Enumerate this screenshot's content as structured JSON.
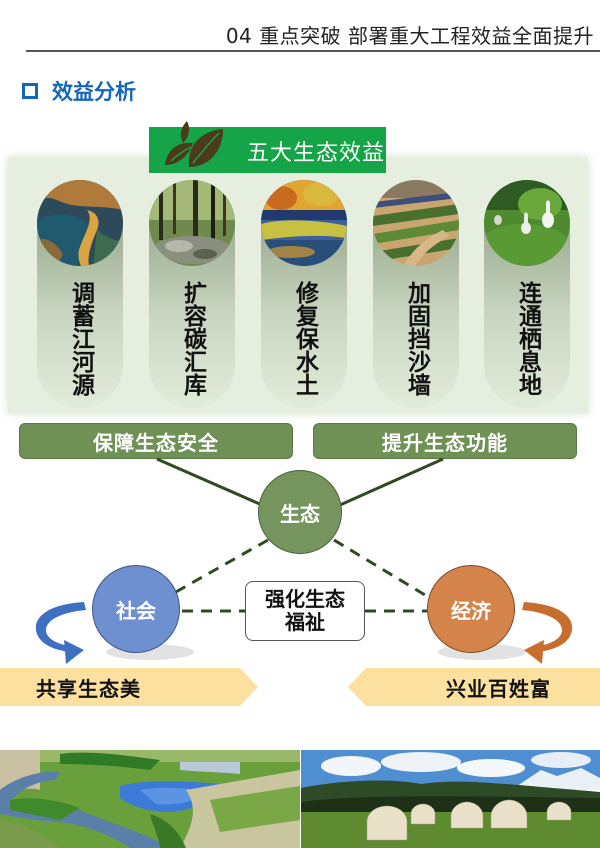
{
  "header": {
    "title": "04 重点突破 部署重大工程效益全面提升"
  },
  "section": {
    "heading": "效益分析",
    "bullet_icon": "hollow-square-icon"
  },
  "benefits_panel": {
    "banner_label": "五大生态效益",
    "banner_icon": "leaf-icon",
    "items": [
      {
        "label": "调蓄江河源",
        "photo": "river-canyon-photo"
      },
      {
        "label": "扩容碳汇库",
        "photo": "forest-photo"
      },
      {
        "label": "修复保水土",
        "photo": "autumn-lake-photo"
      },
      {
        "label": "加固挡沙墙",
        "photo": "shelterbelt-photo"
      },
      {
        "label": "连通栖息地",
        "photo": "wetland-cranes-photo"
      }
    ]
  },
  "goals": {
    "left": "保障生态安全",
    "right": "提升生态功能"
  },
  "triangle": {
    "top_node": "生态",
    "left_node": "社会",
    "right_node": "经济",
    "center_line1": "强化生态",
    "center_line2": "福祉"
  },
  "ribbons": {
    "left": "共享生态美",
    "right": "兴业百姓富"
  },
  "colors": {
    "header_blue": "#1466b8",
    "banner_green": "#15a448",
    "goal_green": "#6f9156",
    "eco_node": "#76955e",
    "social_node": "#6e8fd0",
    "econ_node": "#d4844b",
    "ribbon": "#fbe0a0",
    "panel_bg": "#e6efdf"
  },
  "bottom_photos": [
    "river-wetland-aerial-photo",
    "grassland-yurts-photo"
  ]
}
